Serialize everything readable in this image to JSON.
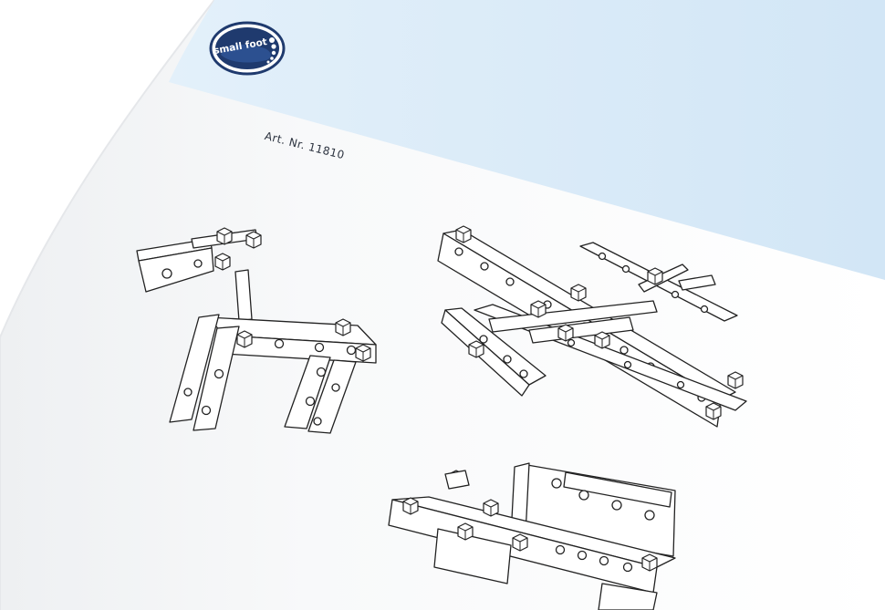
{
  "brand": {
    "logo_text": "small foot",
    "color_navy": "#1f3a6e",
    "color_band": "#d5e8f7"
  },
  "article": {
    "number_label": "Art. Nr. 11810"
  },
  "illustrations": [
    {
      "icon": "dog-model-drawing"
    },
    {
      "icon": "airplane-model-drawing"
    },
    {
      "icon": "vehicle-model-drawing"
    }
  ]
}
